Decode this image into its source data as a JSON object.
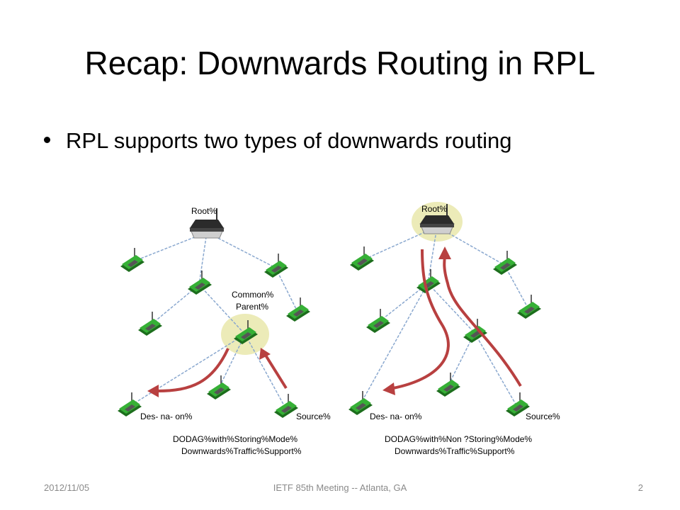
{
  "title": "Recap: Downwards Routing in RPL",
  "bullet": "RPL supports two types of downwards routing",
  "left_diagram": {
    "root_label": "Root%",
    "common_parent_line1": "Common%",
    "common_parent_line2": "Parent%",
    "destination_label": "Des- na- on%",
    "source_label": "Source%",
    "caption_line1": "DODAG%with%Storing%Mode%",
    "caption_line2": "Downwards%Traffic%Support%"
  },
  "right_diagram": {
    "root_label": "Root%",
    "destination_label": "Des- na- on%",
    "source_label": "Source%",
    "caption_line1": "DODAG%with%Non ?Storing%Mode%",
    "caption_line2": "Downwards%Traffic%Support%"
  },
  "footer": {
    "date": "2012/11/05",
    "meeting": "IETF 85th Meeting -- Atlanta, GA",
    "page": "2"
  },
  "colors": {
    "node_green": "#2fa82f",
    "link_blue": "#8aa8cf",
    "arrow_red": "#b84040",
    "highlight": "#ecebb8"
  }
}
